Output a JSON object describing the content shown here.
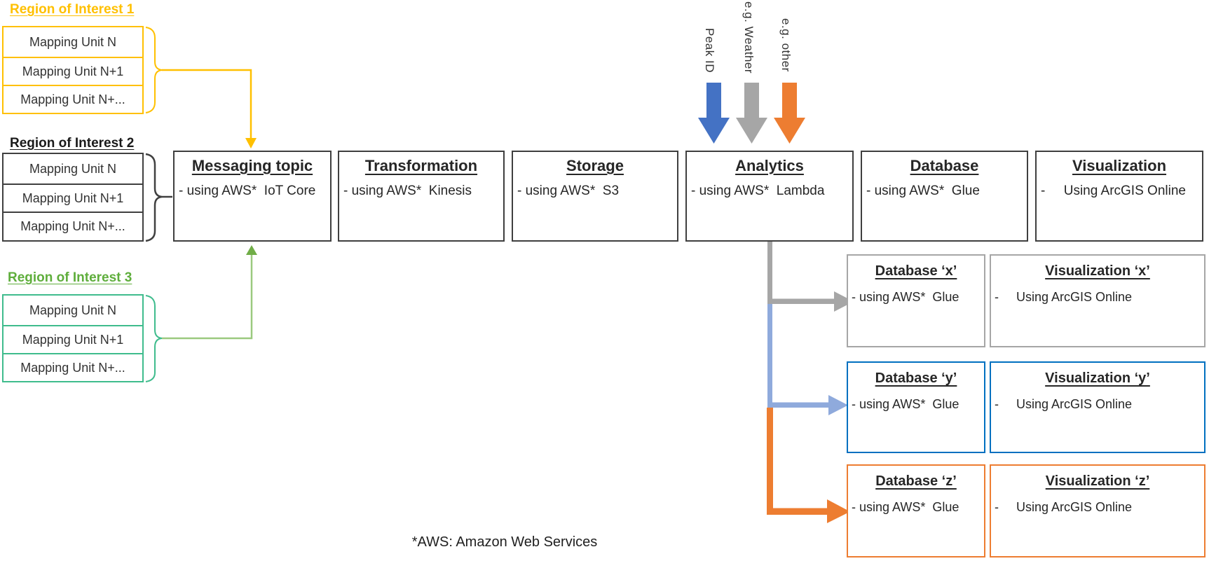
{
  "regions": [
    {
      "title": "Region of Interest 1",
      "color": "#FFC000",
      "units": [
        "Mapping Unit N",
        "Mapping Unit N+1",
        "Mapping Unit N+..."
      ]
    },
    {
      "title": "Region of Interest 2",
      "color": "#404040",
      "units": [
        "Mapping Unit N",
        "Mapping Unit N+1",
        "Mapping Unit N+..."
      ]
    },
    {
      "title": "Region of Interest 3",
      "color": "#3FBC8D",
      "units": [
        "Mapping Unit N",
        "Mapping Unit N+1",
        "Mapping Unit N+..."
      ]
    }
  ],
  "pipeline": [
    {
      "title": "Messaging topic",
      "body": "- using AWS*  IoT Core"
    },
    {
      "title": "Transformation",
      "body": "- using AWS*  Kinesis"
    },
    {
      "title": "Storage",
      "body": "- using AWS*  S3"
    },
    {
      "title": "Analytics",
      "body": "- using AWS*  Lambda"
    },
    {
      "title": "Database",
      "body": "- using AWS*  Glue"
    },
    {
      "title": "Visualization",
      "body": "-     Using ArcGIS Online"
    }
  ],
  "top_arrows": [
    {
      "label": "Peak ID",
      "color": "#4472C4"
    },
    {
      "label": "e.g. Weather",
      "color": "#A6A6A6"
    },
    {
      "label": "e.g. other",
      "color": "#ED7D31"
    }
  ],
  "branches": [
    {
      "border_color": "#A6A6A6",
      "arrow_color": "#A6A6A6",
      "database": {
        "title": "Database ‘x’",
        "body": "- using AWS*  Glue"
      },
      "visualization": {
        "title": "Visualization ‘x’",
        "body": "-     Using ArcGIS Online"
      }
    },
    {
      "border_color": "#0070C0",
      "arrow_color": "#8FAADC",
      "database": {
        "title": "Database ‘y’",
        "body": "- using AWS*  Glue"
      },
      "visualization": {
        "title": "Visualization ‘y’",
        "body": "-     Using ArcGIS Online"
      }
    },
    {
      "border_color": "#ED7D31",
      "arrow_color": "#ED7D31",
      "database": {
        "title": "Database ‘z’",
        "body": "- using AWS*  Glue"
      },
      "visualization": {
        "title": "Visualization ‘z’",
        "body": "-     Using ArcGIS Online"
      }
    }
  ],
  "connector_colors": {
    "region1_connector": "#FFC000",
    "region2_connector": "#404040",
    "region3_connector_line": "#9BC97F",
    "region3_connector_head": "#70AD47"
  },
  "footnote": "*AWS: Amazon Web Services"
}
